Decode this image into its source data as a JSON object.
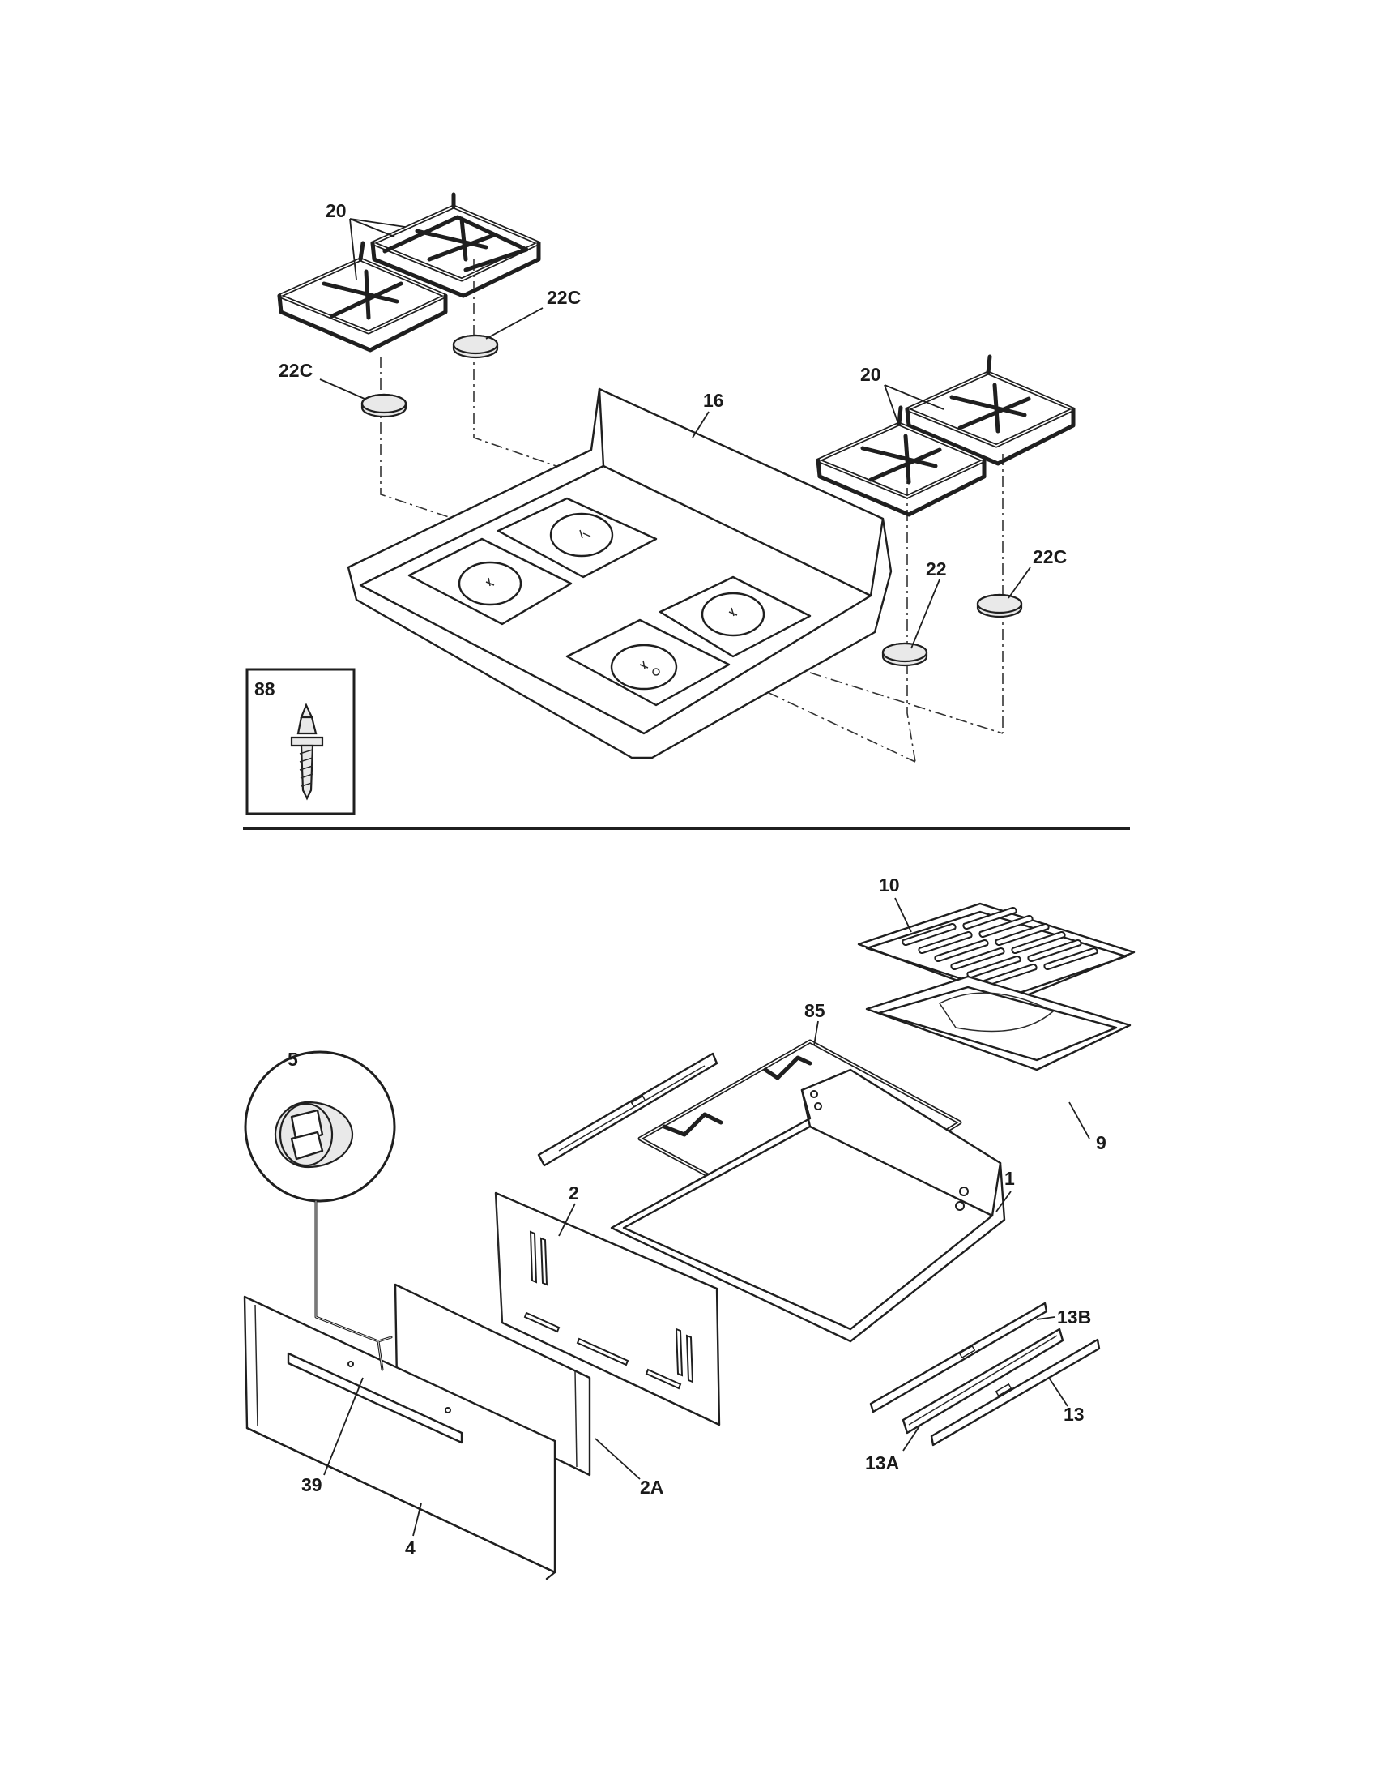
{
  "labels": {
    "grate_left": "20",
    "cap_left_upper": "22C",
    "cap_left_lower": "22C",
    "cooktop": "16",
    "grate_right": "20",
    "cap_right": "22C",
    "cap_right_plain": "22",
    "screw": "88",
    "broiler_insert": "10",
    "broiler_pan": "9",
    "rack": "85",
    "knob": "5",
    "drawer_body": "1",
    "drawer_front_inner": "2",
    "drawer_front_inner_a": "2A",
    "slide_b": "13B",
    "slide": "13",
    "slide_a": "13A",
    "handle": "39",
    "drawer_panel": "4"
  }
}
